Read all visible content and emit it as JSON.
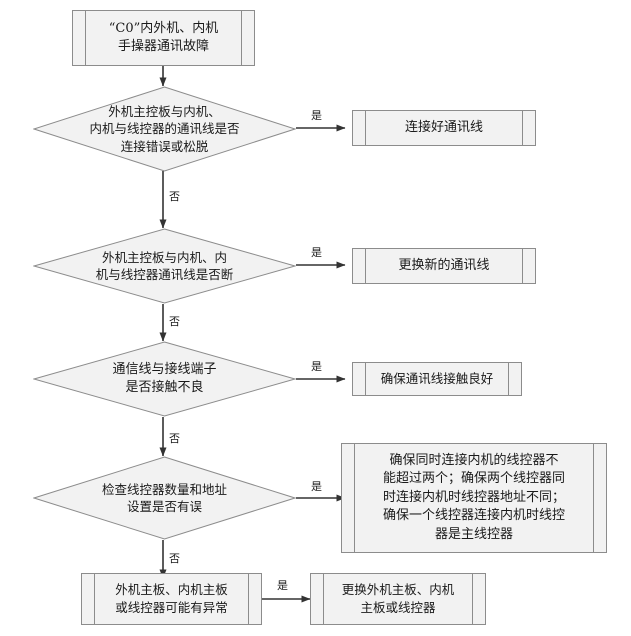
{
  "diagram": {
    "title_node": {
      "label": "“C0”内外机、内机\n手操器通讯故障"
    },
    "decisions": [
      {
        "id": "d1",
        "label": "外机主控板与内机、\n内机与线控器的通讯线是否\n连接错误或松脱",
        "yes_label": "是",
        "no_label": "否"
      },
      {
        "id": "d2",
        "label": "外机主控板与内机、内\n机与线控器通讯线是否断",
        "yes_label": "是",
        "no_label": "否"
      },
      {
        "id": "d3",
        "label": "通信线与接线端子\n是否接触不良",
        "yes_label": "是",
        "no_label": "否"
      },
      {
        "id": "d4",
        "label": "检查线控器数量和地址\n设置是否有误",
        "yes_label": "是",
        "no_label": "否"
      }
    ],
    "actions": [
      {
        "id": "a1",
        "label": "连接好通讯线"
      },
      {
        "id": "a2",
        "label": "更换新的通讯线"
      },
      {
        "id": "a3",
        "label": "确保通讯线接触良好"
      },
      {
        "id": "a4",
        "label": "确保同时连接内机的线控器不\n能超过两个；确保两个线控器同\n时连接内机时线控器地址不同；\n确保一个线控器连接内机时线控\n器是主线控器"
      },
      {
        "id": "a5",
        "label": "外机主板、内机主板\n或线控器可能有异常"
      },
      {
        "id": "a6",
        "label": "更换外机主板、内机\n主板或线控器"
      }
    ],
    "edge_labels": {
      "yes1": "是",
      "no1": "否",
      "yes2": "是",
      "no2": "否",
      "yes3": "是",
      "no3": "否",
      "yes4": "是",
      "no4": "否",
      "yes5": "是"
    },
    "colors": {
      "shape_fill": "#f2f2f2",
      "shape_stroke": "#8c8c8c",
      "connector": "#333333",
      "text": "#1a1a1a",
      "background": "#ffffff"
    }
  }
}
